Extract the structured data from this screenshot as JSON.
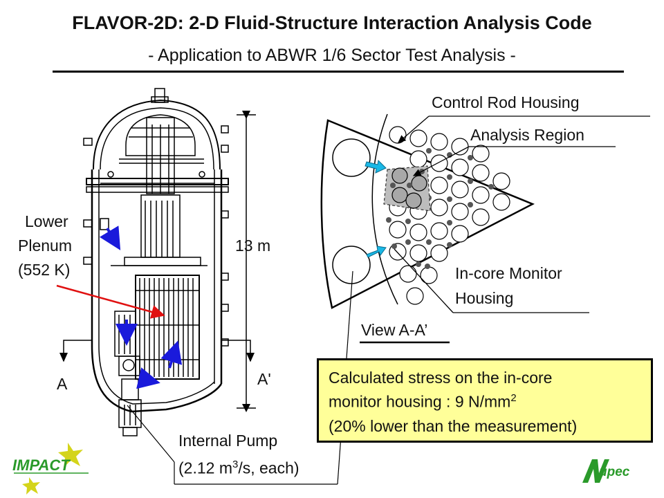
{
  "slide": {
    "title": "FLAVOR-2D: 2-D Fluid-Structure Interaction Analysis Code",
    "subtitle": "- Application to ABWR 1/6 Sector Test Analysis -"
  },
  "labels": {
    "lower_plenum_1": "Lower",
    "lower_plenum_2": "Plenum",
    "lower_plenum_3": "(552 K)",
    "height": "13 m",
    "section_a": "A",
    "section_a_prime": "A'",
    "internal_pump_1": "Internal Pump",
    "internal_pump_2a": "(2.12 m",
    "internal_pump_sup": "3",
    "internal_pump_2b": "/s, each)",
    "control_rod_housing": "Control Rod Housing",
    "analysis_region": "Analysis Region",
    "incore_monitor_1": "In-core Monitor",
    "incore_monitor_2": "Housing",
    "view_aa": "View A-A’"
  },
  "callout": {
    "line1": "Calculated stress on the in-core",
    "line2a": "monitor housing : 9 N/mm",
    "line2_sup": "2",
    "line3": "(20% lower than the measurement)"
  },
  "logos": {
    "impact": "IMPACT",
    "nupec": "Nupec"
  },
  "colors": {
    "arrow_blue": "#1a1adb",
    "leader_red": "#e01010",
    "flow_cyan": "#19b8e6",
    "callout_fill": "#ffff99",
    "star_yellow": "#d4d41a",
    "logo_green": "#2a9a2a"
  }
}
